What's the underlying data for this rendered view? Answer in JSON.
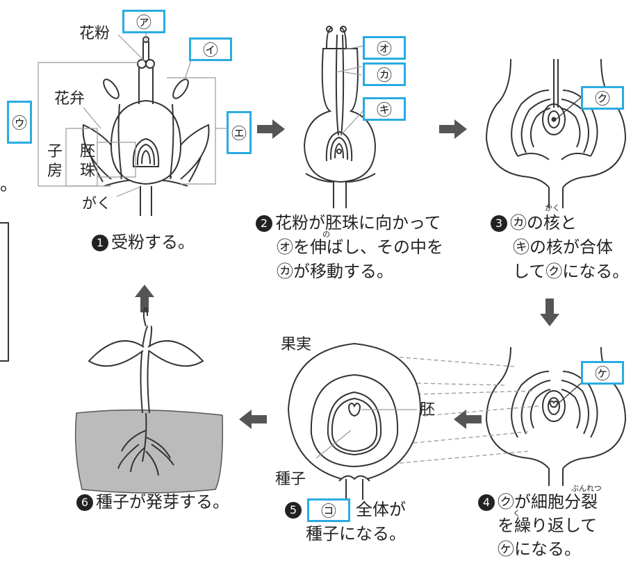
{
  "labels": {
    "pollen": "花粉",
    "petal": "花弁",
    "ovary_1": "子",
    "ovary_2": "房",
    "ovule_1": "胚",
    "ovule_2": "珠",
    "sepal": "がく",
    "fruit": "果実",
    "embryo": "胚",
    "seed": "種子",
    "fragment": "。"
  },
  "boxes": {
    "a": "㋐",
    "i": "㋑",
    "u": "㋒",
    "e": "㋓",
    "o": "㋔",
    "ka": "㋕",
    "ki": "㋖",
    "ku": "㋗",
    "ke": "㋘",
    "ko": "㋙"
  },
  "steps": {
    "s1": {
      "num": "1",
      "line1": "受粉する。"
    },
    "s2": {
      "num": "2",
      "line1": "花粉が胚珠に向かって",
      "line2": "㋔を伸ばし、その中を",
      "line3": "㋕が移動する。",
      "ruby": "の"
    },
    "s3": {
      "num": "3",
      "line1": "㋕の核と",
      "line2": "㋖の核が合体",
      "line3": "して㋗になる。",
      "ruby": "かく"
    },
    "s4": {
      "num": "4",
      "line1": "㋗が細胞分裂",
      "line2": "を繰り返して",
      "line3": "㋘になる。",
      "ruby1": "ぶんれつ",
      "ruby2": "く"
    },
    "s5": {
      "num": "5",
      "line1_after": "全体が",
      "line2": "種子になる。"
    },
    "s6": {
      "num": "6",
      "line1": "種子が発芽する。"
    }
  }
}
